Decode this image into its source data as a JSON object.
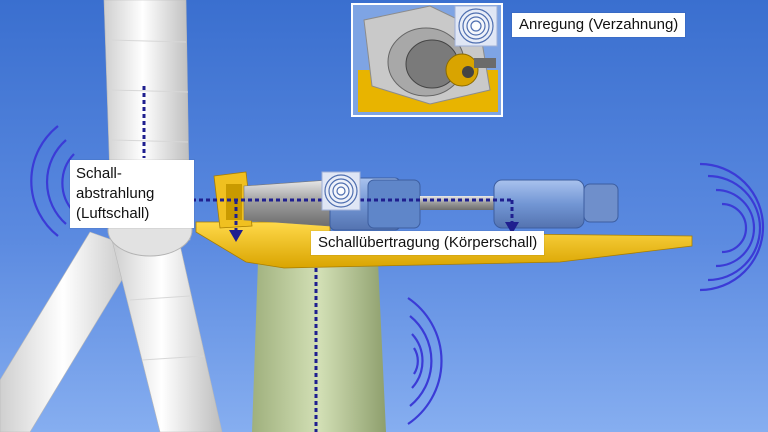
{
  "labels": {
    "excitation": "Anregung (Verzahnung)",
    "radiation_line1": "Schall-",
    "radiation_line2": "abstrahlung",
    "radiation_line3": "(Luftschall)",
    "transmission": "Schallübertragung (Körperschall)"
  },
  "colors": {
    "background_top": "#3a6fcf",
    "background_bottom": "#7ea6ec",
    "tower": "#c6d5a6",
    "frame": "#f3c21a",
    "blade": "#f2f2f2",
    "generator": "#8ea9d8",
    "gearbox": "#6f96d6",
    "sound_wave": "#3b3bd6",
    "path_line": "#1f1f8f"
  },
  "icons": [
    "sound-wave-icon",
    "concentric-rings-icon",
    "arrow-down-icon"
  ]
}
